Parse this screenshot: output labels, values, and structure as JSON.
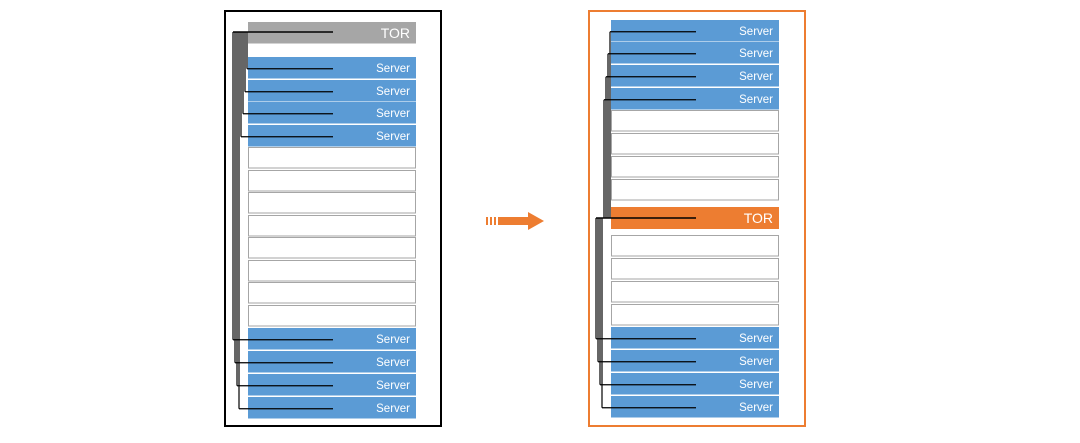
{
  "diagram": {
    "before_rack": {
      "frame_color": "#000000",
      "slots": [
        {
          "kind": "tor",
          "label": "TOR"
        },
        {
          "kind": "gap"
        },
        {
          "kind": "server",
          "label": "Server"
        },
        {
          "kind": "server",
          "label": "Server"
        },
        {
          "kind": "server",
          "label": "Server"
        },
        {
          "kind": "server",
          "label": "Server"
        },
        {
          "kind": "empty"
        },
        {
          "kind": "empty"
        },
        {
          "kind": "empty"
        },
        {
          "kind": "empty"
        },
        {
          "kind": "empty"
        },
        {
          "kind": "empty"
        },
        {
          "kind": "empty"
        },
        {
          "kind": "empty"
        },
        {
          "kind": "server",
          "label": "Server"
        },
        {
          "kind": "server",
          "label": "Server"
        },
        {
          "kind": "server",
          "label": "Server"
        },
        {
          "kind": "server",
          "label": "Server"
        }
      ]
    },
    "after_rack": {
      "frame_color": "#ED7D31",
      "slots": [
        {
          "kind": "server",
          "label": "Server"
        },
        {
          "kind": "server",
          "label": "Server"
        },
        {
          "kind": "server",
          "label": "Server"
        },
        {
          "kind": "server",
          "label": "Server"
        },
        {
          "kind": "empty"
        },
        {
          "kind": "empty"
        },
        {
          "kind": "empty"
        },
        {
          "kind": "empty"
        },
        {
          "kind": "tor",
          "label": "TOR"
        },
        {
          "kind": "empty"
        },
        {
          "kind": "empty"
        },
        {
          "kind": "empty"
        },
        {
          "kind": "empty"
        },
        {
          "kind": "server",
          "label": "Server"
        },
        {
          "kind": "server",
          "label": "Server"
        },
        {
          "kind": "server",
          "label": "Server"
        },
        {
          "kind": "server",
          "label": "Server"
        }
      ]
    },
    "arrow_icon": "right-arrow-icon",
    "colors": {
      "server": "#5B9BD5",
      "tor_before": "#A6A6A6",
      "tor_after": "#ED7D31",
      "empty_fill": "#FFFFFF",
      "empty_border": "#A6A6A6",
      "cable": "#000000",
      "arrow": "#ED7D31"
    }
  }
}
